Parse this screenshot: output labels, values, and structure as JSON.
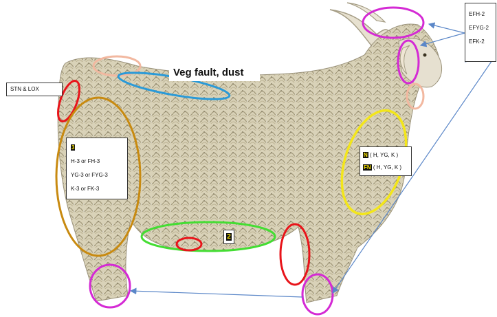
{
  "labels": {
    "veg": "Veg fault, dust",
    "stn_lox": "STN & LOX",
    "head_codes": [
      "EFH-2",
      "EFYG-2",
      "EFK-2"
    ],
    "rear_grade": "3",
    "rear_lines": [
      "H-3 or FH-3",
      "YG-3 or FYG-3",
      "K-3 or FK-3"
    ],
    "belly_grade": "2",
    "front": [
      {
        "badge": "N",
        "text": "( H, YG, K )"
      },
      {
        "badge": "FN",
        "text": "( H, YG, K )"
      }
    ]
  },
  "colors": {
    "magenta": "#d42ad4",
    "red": "#e8141a",
    "orange": "#c88a10",
    "blue": "#2a9ad8",
    "peach": "#f2b8a0",
    "green": "#44dd33",
    "yellow": "#f3e61a",
    "arrow": "#5b87c8"
  }
}
